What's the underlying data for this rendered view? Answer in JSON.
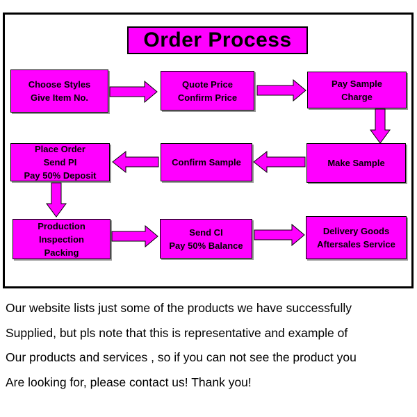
{
  "diagram": {
    "title": "Order Process",
    "fill_color": "#ff00ff",
    "steps": [
      {
        "id": "choose-styles",
        "lines": [
          "Choose Styles",
          "Give Item No."
        ]
      },
      {
        "id": "quote-price",
        "lines": [
          "Quote Price",
          "Confirm Price"
        ]
      },
      {
        "id": "pay-sample",
        "lines": [
          "Pay Sample",
          "Charge"
        ]
      },
      {
        "id": "make-sample",
        "lines": [
          "Make Sample"
        ]
      },
      {
        "id": "confirm-sample",
        "lines": [
          "Confirm Sample"
        ]
      },
      {
        "id": "place-order",
        "lines": [
          "Place Order",
          "Send PI",
          "Pay 50% Deposit"
        ]
      },
      {
        "id": "production",
        "lines": [
          "Production",
          "Inspection",
          "Packing"
        ]
      },
      {
        "id": "send-ci",
        "lines": [
          "Send CI",
          "Pay 50% Balance"
        ]
      },
      {
        "id": "delivery-goods",
        "lines": [
          "Delivery Goods",
          "Aftersales Service"
        ]
      }
    ]
  },
  "footer": {
    "lines": [
      "Our website lists just some of the products we have successfully",
      "Supplied, but pls note that this is representative and example of",
      "Our products and services , so if you can not see the product you",
      "Are looking for, please contact us! Thank you!"
    ]
  }
}
